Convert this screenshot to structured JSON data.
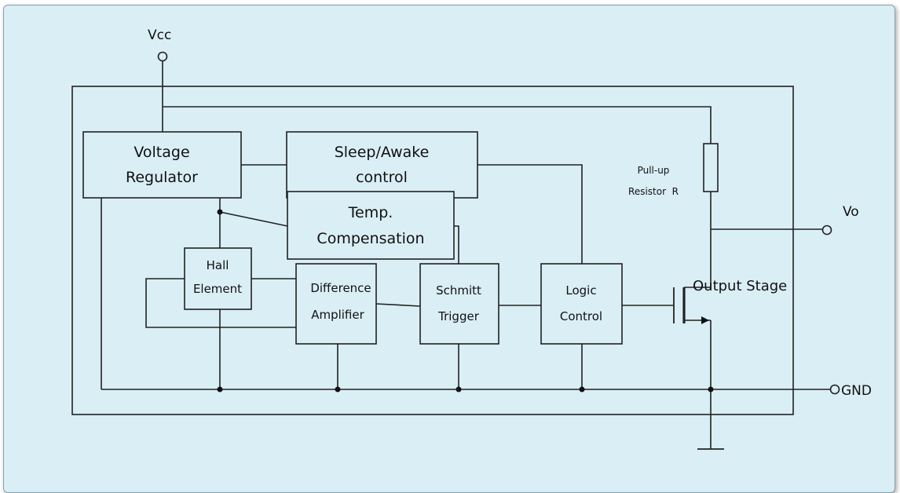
{
  "pins": {
    "vcc": "Vcc",
    "vo": "Vo",
    "gnd": "GND"
  },
  "blocks": {
    "voltage_regulator": [
      "Voltage",
      "Regulator"
    ],
    "sleep_awake": [
      "Sleep/Awake",
      "control"
    ],
    "temp_comp": [
      "Temp.",
      "Compensation"
    ],
    "hall_element": [
      "Hall",
      "Element"
    ],
    "diff_amp": [
      "Difference",
      "Amplifier"
    ],
    "schmitt": [
      "Schmitt",
      "Trigger"
    ],
    "logic": [
      "Logic",
      "Control"
    ]
  },
  "labels": {
    "pullup": [
      "Pull-up",
      "Resistor  R"
    ],
    "output_stage": "Output Stage"
  }
}
